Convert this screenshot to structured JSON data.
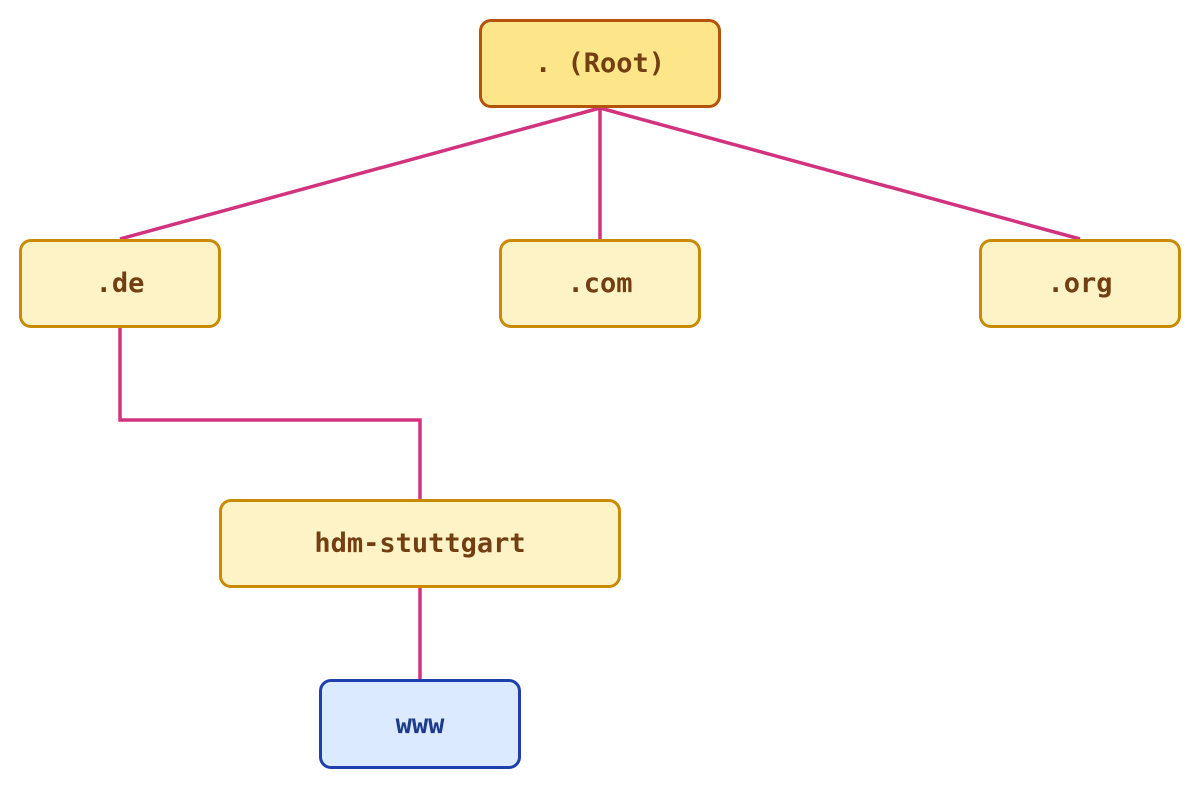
{
  "colors": {
    "root_fill": "#fde68a",
    "root_border": "#b45309",
    "tld_fill": "#fef3c7",
    "tld_border": "#ca8a04",
    "label_brown": "#713f12",
    "host_fill": "#dbeafe",
    "host_border": "#1e40af",
    "host_text": "#1e3a8a",
    "edge": "#d1337f"
  },
  "nodes": {
    "root": {
      "label": ". (Root)"
    },
    "de": {
      "label": ".de"
    },
    "com": {
      "label": ".com"
    },
    "org": {
      "label": ".org"
    },
    "hdm": {
      "label": "hdm-stuttgart"
    },
    "www": {
      "label": "www"
    }
  },
  "edges": [
    {
      "from": "root",
      "to": "de"
    },
    {
      "from": "root",
      "to": "com"
    },
    {
      "from": "root",
      "to": "org"
    },
    {
      "from": "de",
      "to": "hdm"
    },
    {
      "from": "hdm",
      "to": "www"
    }
  ]
}
